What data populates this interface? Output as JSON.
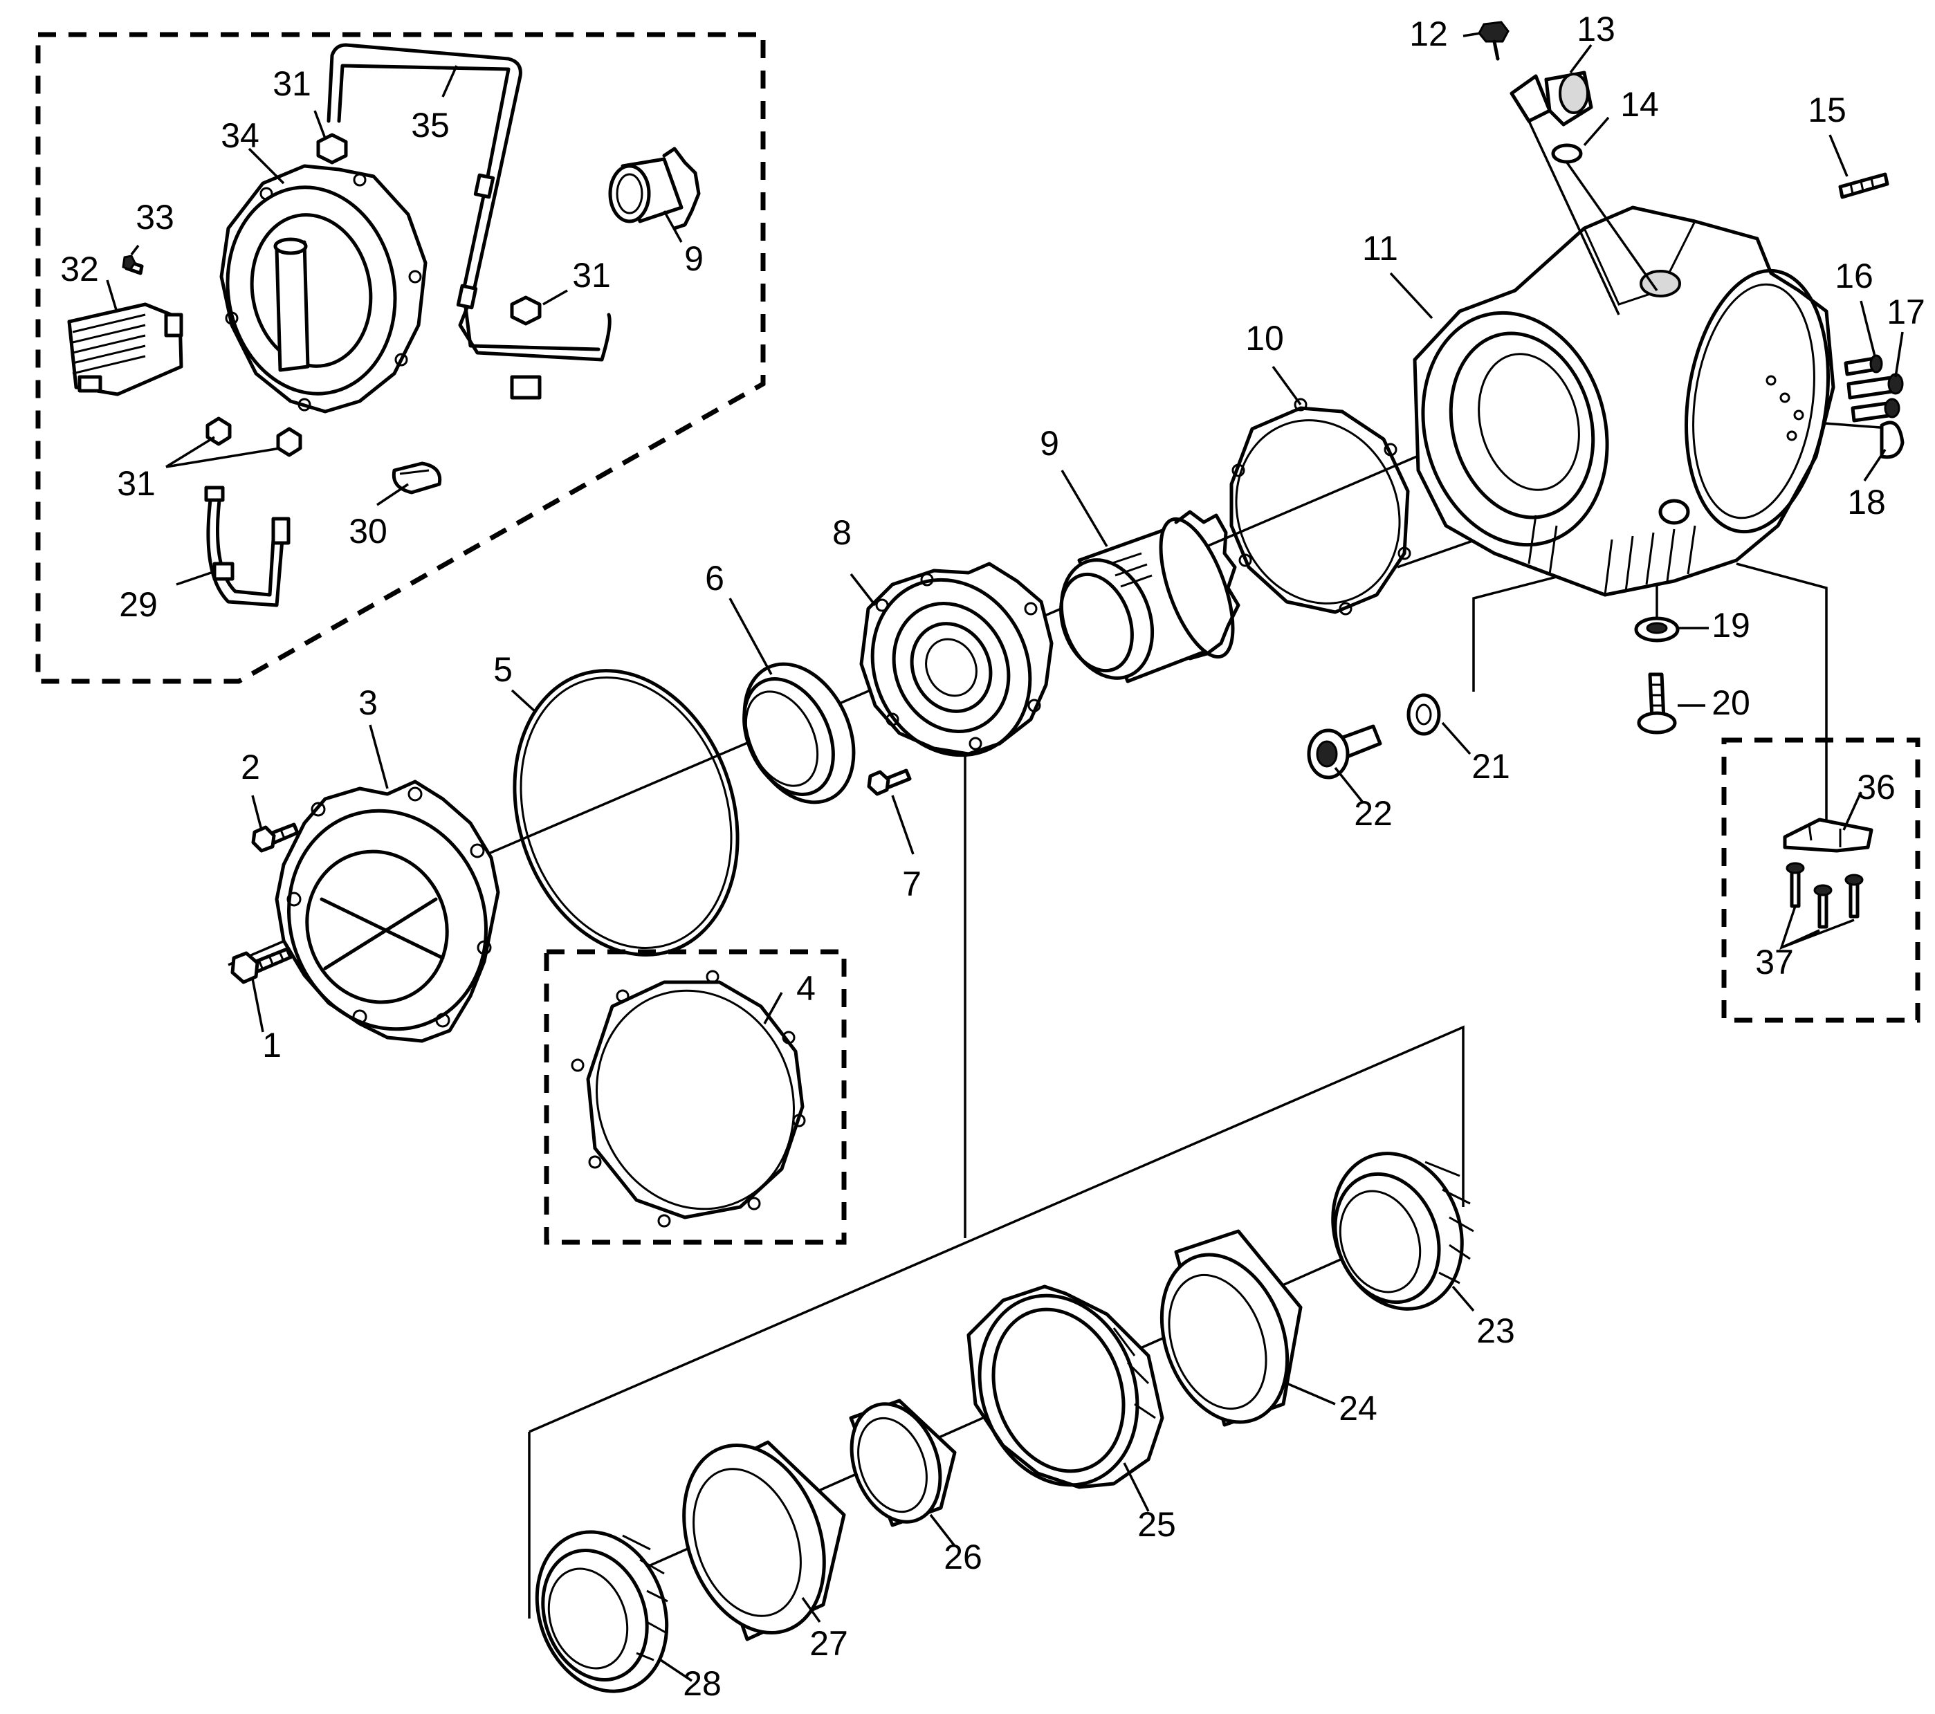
{
  "callouts": {
    "c1": "1",
    "c2": "2",
    "c3": "3",
    "c4": "4",
    "c5": "5",
    "c6": "6",
    "c7": "7",
    "c8": "8",
    "c9a": "9",
    "c9b": "9",
    "c10": "10",
    "c11": "11",
    "c12": "12",
    "c13": "13",
    "c14": "14",
    "c15": "15",
    "c16": "16",
    "c17": "17",
    "c18": "18",
    "c19": "19",
    "c20": "20",
    "c21": "21",
    "c22": "22",
    "c23": "23",
    "c24": "24",
    "c25": "25",
    "c26": "26",
    "c27": "27",
    "c28": "28",
    "c29": "29",
    "c30": "30",
    "c31a": "31",
    "c31b": "31",
    "c31c": "31",
    "c32": "32",
    "c33": "33",
    "c34": "34",
    "c35": "35",
    "c36": "36",
    "c37": "37"
  }
}
